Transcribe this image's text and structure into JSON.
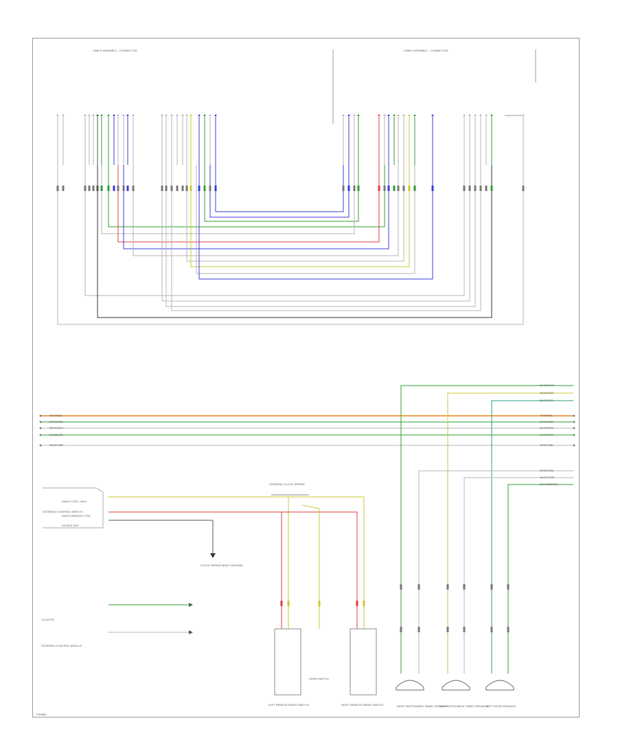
{
  "diagram": {
    "title": "",
    "connector_left_label": "CABLE ASSEMBLY - CONNECTOR",
    "connector_right_label": "CABLE ASSEMBLY - CONNECTOR",
    "left_switch_caption": "STEERING CONTROL SWITCH",
    "left_switch_rows": [
      "RADIO CTRL / MUX",
      "RADIO REMOTE CTRL",
      "LIN BUS OUT"
    ],
    "clockspring_label": "STEERING CLOCK SPRING",
    "ground_label": "CLOCK SPRING BODY GROUND",
    "left_remote_caption": "LEFT REMOTE RADIO SWITCH",
    "right_remote_caption": "RIGHT REMOTE RADIO SWITCH",
    "horn_caption": "HORN SWITCH",
    "speaker_captions": [
      "RIGHT INSTRUMENT PANEL SPEAKER",
      "LEFT INSTRUMENT PANEL SPEAKER",
      "LEFT DOOR SPEAKER"
    ],
    "cluster_label": "CLUSTER",
    "steering_module_label": "STEERING CONTROL MODULE",
    "bus_left_labels": [
      "YE/OR/BK",
      "DG/WH/BK",
      "WH/YE/DG",
      "DG/BK/OR",
      "WH/GY/BK"
    ],
    "bus_right_labels": [
      "YE/OR/BK",
      "DG/WH/BK",
      "WH/YE/DG",
      "DG/BK/OR",
      "WH/GY/BK"
    ],
    "top_right_wires": [
      "WH/DG/OR",
      "WH/YE/OR",
      "BK/DG/OR"
    ],
    "mid_right_wires": [
      "WH/GY/DG",
      "WH/GY/OR",
      "DG/YE/BK/OR"
    ],
    "footer_code": "7164585",
    "colors": {
      "gray": "#b4b4b4",
      "dark": "#555555",
      "green": "#2e9e2e",
      "blue": "#3a3adc",
      "yellow": "#c8c832",
      "red": "#e03c3c",
      "orange": "#f0a050",
      "teal": "#2a9a8a"
    }
  }
}
